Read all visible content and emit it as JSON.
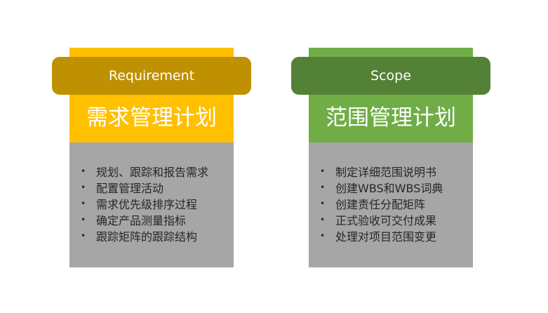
{
  "cards": [
    {
      "english_title": "Requirement",
      "chinese_title": "需求管理计划",
      "items": [
        "规划、跟踪和报告需求",
        "配置管理活动",
        "需求优先级排序过程",
        "确定产品测量指标",
        "跟踪矩阵的跟踪结构"
      ],
      "colors": {
        "header": "#ffc000",
        "pill": "#bf9000",
        "body": "#a6a6a6"
      }
    },
    {
      "english_title": "Scope",
      "chinese_title": "范围管理计划",
      "items": [
        "制定详细范围说明书",
        "创建WBS和WBS词典",
        "创建责任分配矩阵",
        "正式验收可交付成果",
        "处理对项目范围变更"
      ],
      "colors": {
        "header": "#70ad47",
        "pill": "#538135",
        "body": "#a6a6a6"
      }
    }
  ],
  "bullet_glyph": "•"
}
